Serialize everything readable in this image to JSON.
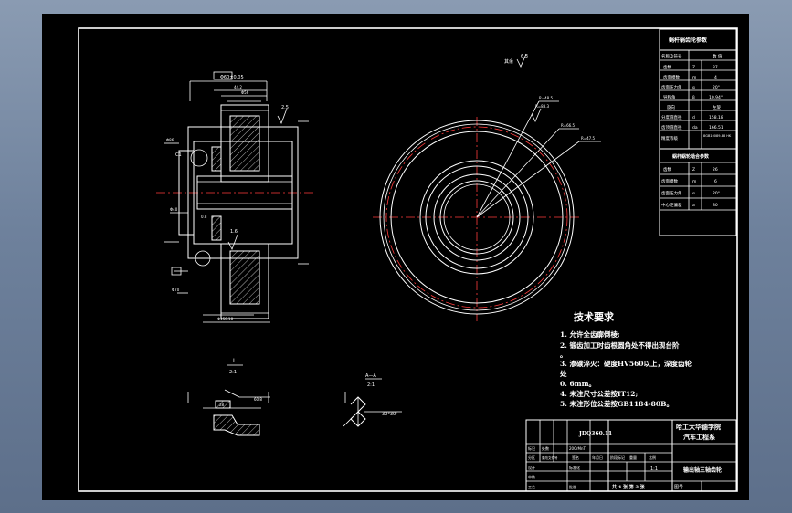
{
  "param_table": {
    "title": "蜗杆蜗齿轮参数",
    "header": [
      "名称及符号",
      "",
      "数 值"
    ],
    "rows": [
      [
        "齿数",
        "Z",
        "37"
      ],
      [
        "齿面模数",
        "m",
        "4"
      ],
      [
        "齿面压力角",
        "α",
        "20°"
      ],
      [
        "导程角",
        "β",
        "10.94°"
      ],
      [
        "旋向",
        "",
        "左旋"
      ],
      [
        "分度圆直径",
        "d",
        "158.18"
      ],
      [
        "齿顶圆直径",
        "da",
        "166.51"
      ],
      [
        "精度等级",
        "",
        "8GB10089-88 HK"
      ]
    ],
    "subtitle": "蜗杆蜗轮啮合参数",
    "rows2": [
      [
        "齿数",
        "Z",
        "26"
      ],
      [
        "齿面模数",
        "m",
        "6"
      ],
      [
        "齿面压力角",
        "α",
        "20°"
      ],
      [
        "中心距偏差",
        "a",
        "80"
      ]
    ]
  },
  "requirements": {
    "title": "技术要求",
    "lines": [
      "1. 允许全齿廓倒棱;",
      "2. 锻齿加工时齿根圆角处不得出现台阶",
      "。",
      "3. 渗碳淬火：硬度HV560以上，深度齿轮",
      "处",
      "0. 6mm。",
      "4. 未注尺寸公差按IT12;",
      "5. 未注形位公差按GB1184-80B。"
    ]
  },
  "title_block": {
    "drawing_no": "JDQ360.11",
    "school": "哈工大华德学院",
    "dept": "汽车工程系",
    "part_name": "输出轴三轴齿轮",
    "scale": "1:1",
    "sheet": "共 4 张  第 3 张",
    "material": "20CrMnTi",
    "labels": [
      "标记",
      "处数",
      "分区",
      "更改文件号",
      "签名",
      "年月日",
      "设计",
      "标准化",
      "审核",
      "工艺",
      "批准",
      "阶段标记",
      "重量",
      "比例"
    ],
    "sheet_label": "图号"
  },
  "annotations": {
    "roughness_other": "其余",
    "roughness_val": "6.3",
    "detail_one": "I",
    "detail_one_scale": "2:1",
    "section_aa": "A—A",
    "section_scale": "2:1",
    "section_angle": "30°30'",
    "radius_1": "R=48.5",
    "radius_2": "R=66.5",
    "radius_3": "R=47.5",
    "radius_4": "R=83.3",
    "dim_top": "Φ60±0.05",
    "dim_width": "44.2",
    "dim_hub": "Φ56",
    "dim_bore": "Φ40",
    "dim_small_1": "2.5",
    "dim_small_2": "1.6",
    "dim_small_3": "0.8",
    "dim_left": "Φ86",
    "dim_left_2": "Φ70",
    "dim_c": "C1",
    "dim_pitch": "Φ158.18",
    "dim_detail": "28",
    "dim_detail_2": "60.8"
  }
}
